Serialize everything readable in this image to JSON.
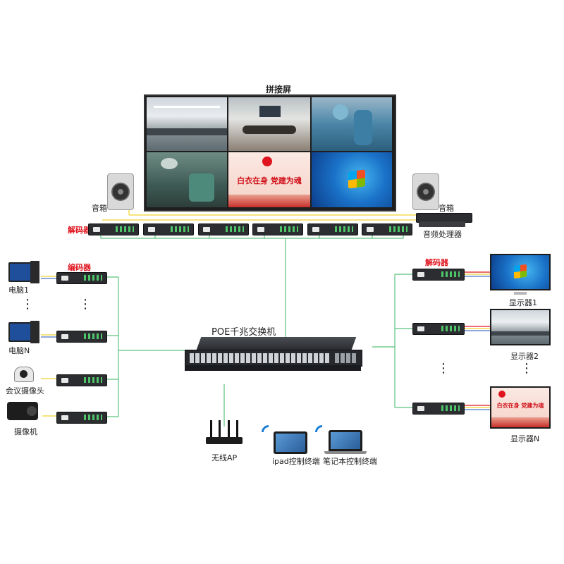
{
  "wall": {
    "title": "拼接屏",
    "banner_text": "白衣在身  党建为魂"
  },
  "speaker_label_left": "音箱",
  "speaker_label_right": "音箱",
  "decoder_row_label": "解码器",
  "audio_processor_label": "音频处理器",
  "switch_label": "POE千兆交换机",
  "sources": {
    "encoder_label": "编码器",
    "items": [
      {
        "label": "电脑1"
      },
      {
        "label": "电脑N"
      },
      {
        "label": "会议摄像头"
      },
      {
        "label": "摄像机"
      }
    ],
    "ellipsis": "⋮"
  },
  "displays": {
    "decoder_label": "解码器",
    "items": [
      {
        "label": "显示器1"
      },
      {
        "label": "显示器2"
      },
      {
        "label": "显示器N"
      }
    ],
    "banner_text": "白衣在身  党建为魂",
    "ellipsis": "⋮"
  },
  "clients": {
    "ap": "无线AP",
    "ipad": "ipad控制终端",
    "laptop": "笔记本控制终端"
  },
  "colors": {
    "line_green": "#5cc27c",
    "line_yellow": "#f0d230",
    "label_red": "#e0141e"
  }
}
